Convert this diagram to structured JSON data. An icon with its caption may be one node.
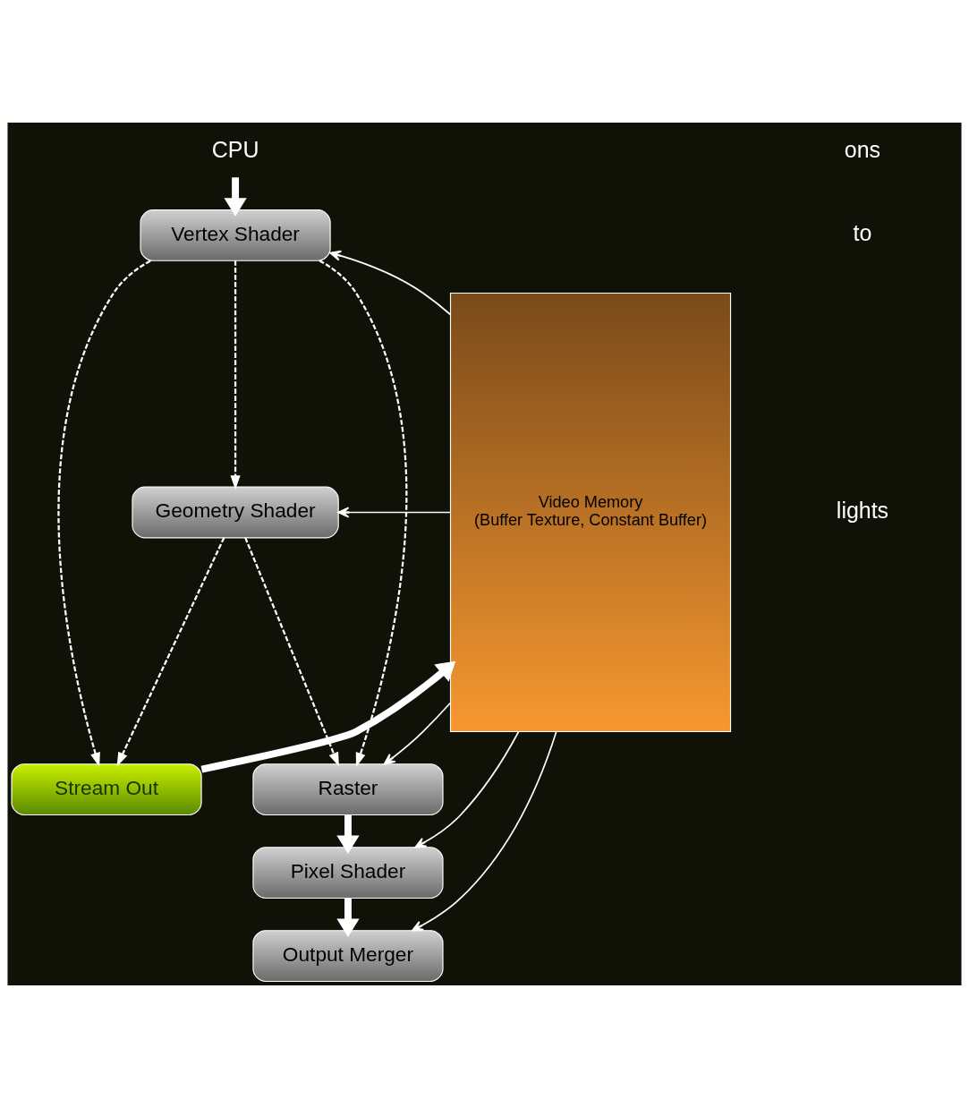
{
  "diagram": {
    "nodes": [
      {
        "text": [
          "CPU"
        ]
      },
      {
        "text": [
          "Vertex Shader"
        ]
      },
      {
        "text": [
          "Geometry Shader"
        ]
      },
      {
        "text": [
          "Stream Out"
        ]
      },
      {
        "text": [
          "Raster"
        ]
      },
      {
        "text": [
          "Pixel Shader"
        ]
      },
      {
        "text": [
          "Output Merger"
        ]
      },
      {
        "text": [
          "Video Memory",
          "(Buffer Texture, Constant Buffer)"
        ]
      }
    ],
    "edges": [
      {
        "from": 0,
        "to": 1,
        "arrow": "to",
        "style": "thick"
      },
      {
        "from": 7,
        "to": 1,
        "arrow": "to"
      },
      {
        "from": 1,
        "to": 2,
        "arrow": "to",
        "style": "dashed"
      },
      {
        "from": 7,
        "to": 2,
        "arrow": "to"
      },
      {
        "from": 1,
        "to": 3,
        "arrow": "to",
        "style": "dashed"
      },
      {
        "from": 2,
        "to": 3,
        "arrow": "to",
        "style": "dashed"
      },
      {
        "from": 1,
        "to": 4,
        "arrow": "to",
        "style": "dashed"
      },
      {
        "from": 2,
        "to": 4,
        "arrow": "to",
        "style": "dashed"
      },
      {
        "from": 3,
        "to": 7,
        "arrow": "to",
        "style": "thick"
      },
      {
        "from": 7,
        "to": 4,
        "arrow": "to"
      },
      {
        "from": 4,
        "to": 5,
        "arrow": "to",
        "style": "thick"
      },
      {
        "from": 7,
        "to": 5,
        "arrow": "to"
      },
      {
        "from": 5,
        "to": 6,
        "arrow": "to",
        "style": "thick"
      },
      {
        "from": 7,
        "to": 6,
        "arrow": "to"
      }
    ],
    "labels": [
      "ons",
      "to",
      "lights"
    ]
  }
}
